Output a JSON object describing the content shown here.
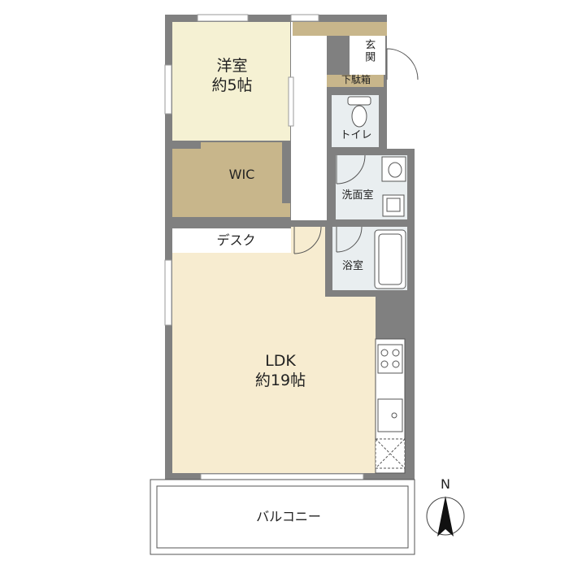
{
  "rooms": {
    "western": {
      "name": "洋室",
      "size": "約5帖"
    },
    "wic": {
      "name": "WIC"
    },
    "entrance": {
      "name": "玄関"
    },
    "shoe_box": {
      "name": "下駄箱"
    },
    "toilet": {
      "name": "トイレ"
    },
    "washroom": {
      "name": "洗面室"
    },
    "desk": {
      "name": "デスク"
    },
    "bath": {
      "name": "浴室"
    },
    "ldk": {
      "name": "LDK",
      "size": "約19帖"
    },
    "balcony": {
      "name": "バルコニー"
    }
  },
  "compass": {
    "label": "N"
  },
  "colors": {
    "wall": "#808080",
    "western_floor": "#f5f1d3",
    "wic_floor": "#c8b68b",
    "ldk_floor": "#f7ecd0",
    "wet_floor": "#e9eef0",
    "shoe_box": "#c8b68b",
    "balcony_line": "#555555"
  }
}
